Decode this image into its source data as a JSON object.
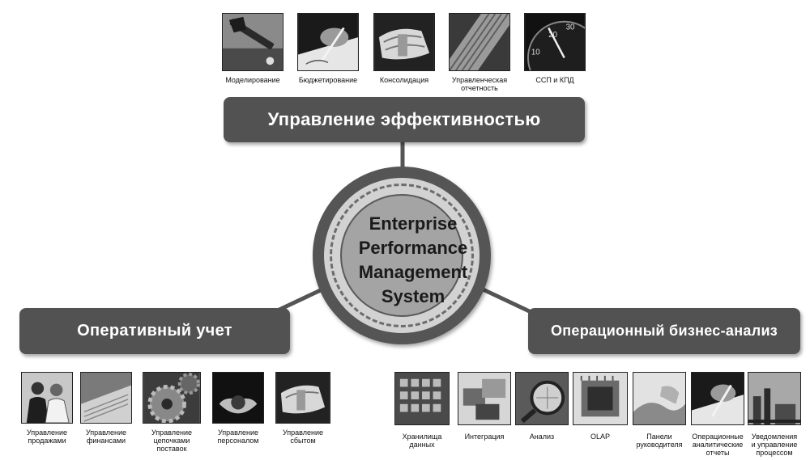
{
  "hub": {
    "lines": [
      "Enterprise",
      "Performance",
      "Management",
      "System"
    ]
  },
  "banners": {
    "top": "Управление эффективностью",
    "left": "Оперативный учет",
    "right": "Операционный бизнес-анализ"
  },
  "top_items": [
    {
      "icon": "hammer-icon",
      "caption": [
        "Моделирование"
      ]
    },
    {
      "icon": "pen-writing-icon",
      "caption": [
        "Бюджетирование"
      ]
    },
    {
      "icon": "money-stack-icon",
      "caption": [
        "Консолидация"
      ]
    },
    {
      "icon": "report-texture-icon",
      "caption": [
        "Управленческая",
        "отчетность"
      ]
    },
    {
      "icon": "speedometer-icon",
      "caption": [
        "ССП и КПД"
      ]
    }
  ],
  "left_items": [
    {
      "icon": "business-people-icon",
      "caption": [
        "Управление",
        "продажами"
      ]
    },
    {
      "icon": "finance-documents-icon",
      "caption": [
        "Управление",
        "финансами"
      ]
    },
    {
      "icon": "gears-icon",
      "caption": [
        "Управление",
        "цепочками",
        "поставок"
      ]
    },
    {
      "icon": "hands-soil-icon",
      "caption": [
        "Управление",
        "персоналом"
      ]
    },
    {
      "icon": "money-stack-icon",
      "caption": [
        "Управление",
        "сбытом"
      ]
    }
  ],
  "right_items": [
    {
      "icon": "server-blocks-icon",
      "caption": [
        "Хранилища",
        "данных"
      ]
    },
    {
      "icon": "integration-screens-icon",
      "caption": [
        "Интеграция"
      ]
    },
    {
      "icon": "analysis-magnifier-icon",
      "caption": [
        "Анализ"
      ]
    },
    {
      "icon": "olap-chip-icon",
      "caption": [
        "OLAP"
      ]
    },
    {
      "icon": "dashboard-hand-icon",
      "caption": [
        "Панели",
        "руководителя"
      ]
    },
    {
      "icon": "pen-writing-icon",
      "caption": [
        "Операционные",
        "аналитические",
        "отчеты"
      ]
    },
    {
      "icon": "industrial-plant-icon",
      "caption": [
        "Уведомления",
        "и управление",
        "процессом"
      ]
    }
  ]
}
